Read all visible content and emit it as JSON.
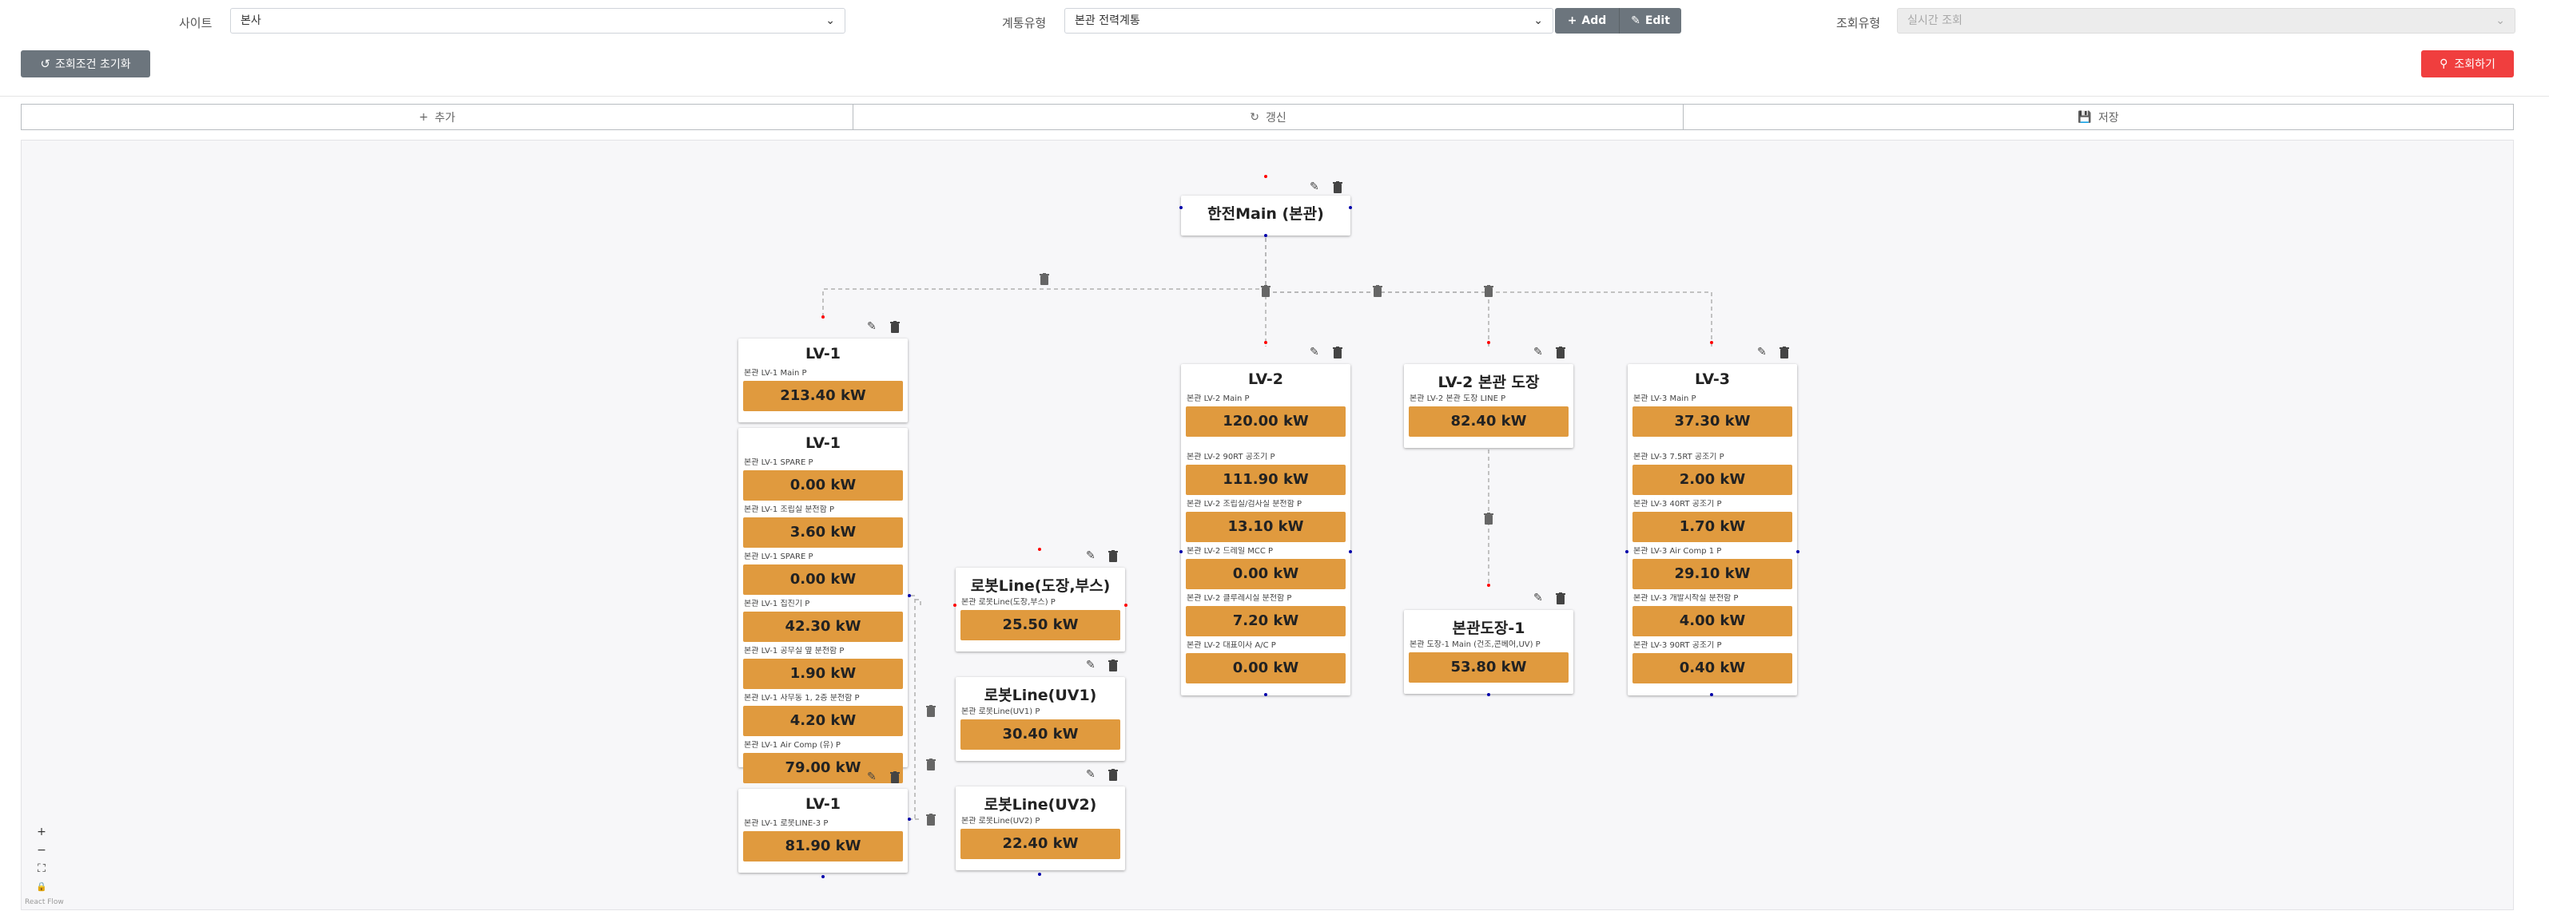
{
  "filters": {
    "site_label": "사이트",
    "site_value": "본사",
    "system_type_label": "계통유형",
    "system_type_value": "본관 전력계통",
    "add_label": "Add",
    "edit_label": "Edit",
    "query_type_label": "조회유형",
    "query_type_value": "실시간 조회",
    "reset_label": "조회조건 초기화",
    "search_label": "조회하기"
  },
  "toolbar": {
    "add": "추가",
    "refresh": "갱신",
    "save": "저장"
  },
  "flow": {
    "root": {
      "title": "한전Main (본관)"
    },
    "lv1_main": {
      "title": "LV-1",
      "items": [
        {
          "label": "본관 LV-1 Main P",
          "value": "213.40 kW"
        }
      ]
    },
    "lv1_sub": {
      "title": "LV-1",
      "items": [
        {
          "label": "본관 LV-1 SPARE P",
          "value": "0.00 kW"
        },
        {
          "label": "본관 LV-1 조립실 분전함 P",
          "value": "3.60 kW"
        },
        {
          "label": "본관 LV-1 SPARE P",
          "value": "0.00 kW"
        },
        {
          "label": "본관 LV-1 집진기 P",
          "value": "42.30 kW"
        },
        {
          "label": "본관 LV-1 공무실 옆 분전함 P",
          "value": "1.90 kW"
        },
        {
          "label": "본관 LV-1 사무동 1, 2층 분전함 P",
          "value": "4.20 kW"
        },
        {
          "label": "본관 LV-1 Air Comp (유) P",
          "value": "79.00 kW"
        }
      ]
    },
    "lv1_robot": {
      "title": "LV-1",
      "items": [
        {
          "label": "본관 LV-1 로봇LINE-3 P",
          "value": "81.90 kW"
        }
      ]
    },
    "robot_paint": {
      "title": "로봇Line(도장,부스)",
      "items": [
        {
          "label": "본관 로봇Line(도장,부스) P",
          "value": "25.50 kW"
        }
      ]
    },
    "robot_uv1": {
      "title": "로봇Line(UV1)",
      "items": [
        {
          "label": "본관 로봇Line(UV1) P",
          "value": "30.40 kW"
        }
      ]
    },
    "robot_uv2": {
      "title": "로봇Line(UV2)",
      "items": [
        {
          "label": "본관 로봇Line(UV2) P",
          "value": "22.40 kW"
        }
      ]
    },
    "lv2": {
      "title": "LV-2",
      "items": [
        {
          "label": "본관 LV-2 Main P",
          "value": "120.00 kW"
        },
        {
          "label": "본관 LV-2 90RT 공조기 P",
          "value": "111.90 kW"
        },
        {
          "label": "본관 LV-2 조립실/검사실 분전함 P",
          "value": "13.10 kW"
        },
        {
          "label": "본관 LV-2 드레일 MCC P",
          "value": "0.00 kW"
        },
        {
          "label": "본관 LV-2 클루레시실 분전함 P",
          "value": "7.20 kW"
        },
        {
          "label": "본관 LV-2 대표이사 A/C P",
          "value": "0.00 kW"
        }
      ]
    },
    "lv2_paint": {
      "title": "LV-2 본관 도장",
      "items": [
        {
          "label": "본관 LV-2 본관 도장 LINE P",
          "value": "82.40 kW"
        }
      ]
    },
    "paint1": {
      "title": "본관도장-1",
      "items": [
        {
          "label": "본관 도장-1 Main (건조,콘베어,UV) P",
          "value": "53.80 kW"
        }
      ]
    },
    "lv3": {
      "title": "LV-3",
      "items": [
        {
          "label": "본관 LV-3 Main P",
          "value": "37.30 kW"
        },
        {
          "label": "본관 LV-3 7.5RT 공조기 P",
          "value": "2.00 kW"
        },
        {
          "label": "본관 LV-3 40RT 공조기 P",
          "value": "1.70 kW"
        },
        {
          "label": "본관 LV-3 Air Comp 1 P",
          "value": "29.10 kW"
        },
        {
          "label": "본관 LV-3 개발시작실 분전함 P",
          "value": "4.00 kW"
        },
        {
          "label": "본관 LV-3 90RT 공조기 P",
          "value": "0.40 kW"
        }
      ]
    }
  },
  "controls": {
    "zoom_in": "+",
    "zoom_out": "−",
    "fit": "⛶",
    "lock": "🔒",
    "attribution": "React Flow"
  },
  "icons": {
    "edit": "pencil-icon",
    "delete": "trash-icon",
    "search": "search-icon",
    "reset": "reset-icon"
  }
}
